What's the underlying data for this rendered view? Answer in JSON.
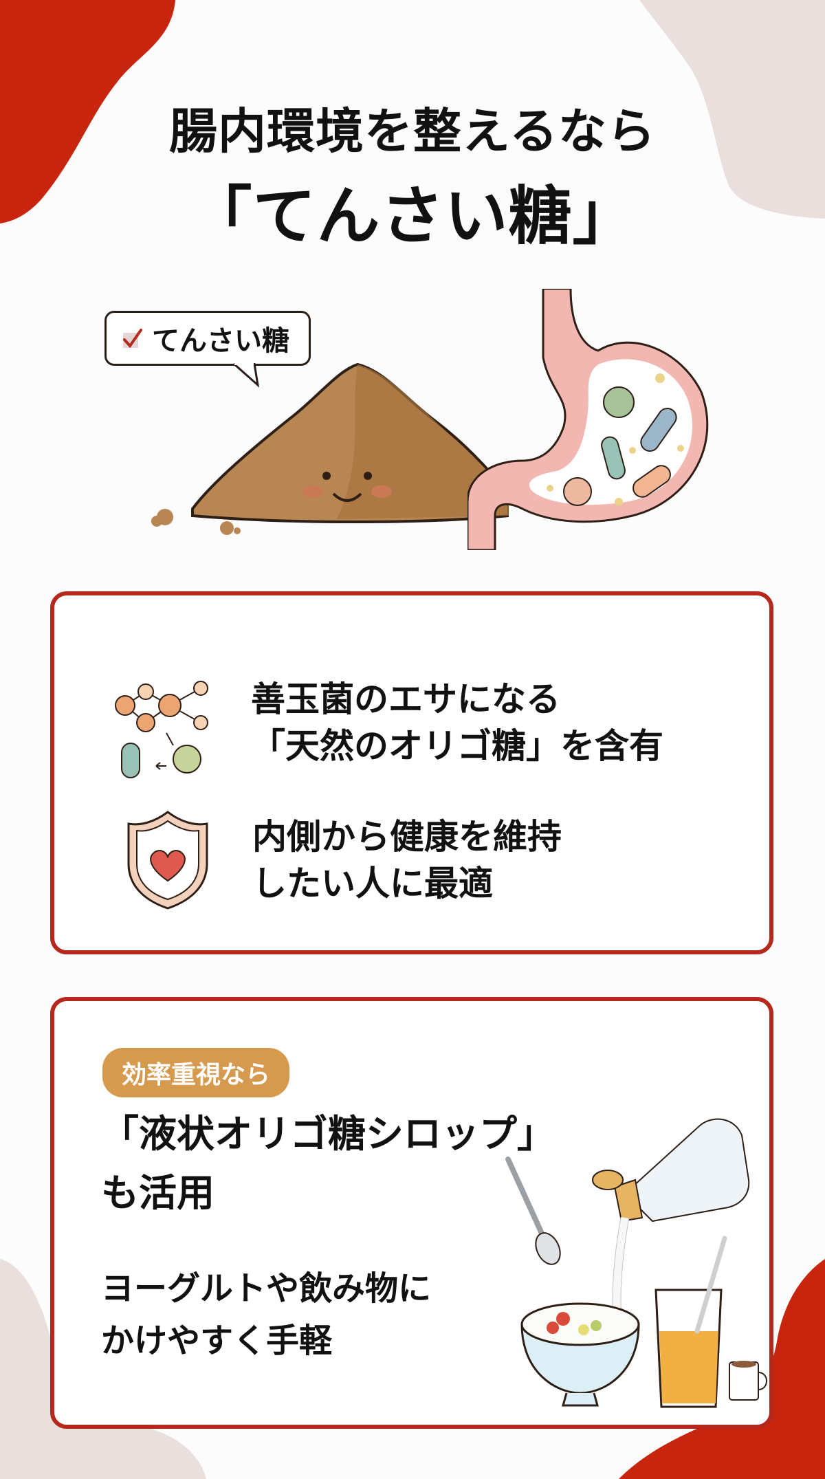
{
  "header": {
    "title_line1": "腸内環境を整えるなら",
    "title_line2": "「てんさい糖」"
  },
  "hero": {
    "label_icon": "checkbox-checked-icon",
    "label": "てんさい糖",
    "illustrations": [
      "sugar-pile-character",
      "stomach-with-good-bacteria"
    ]
  },
  "card1": {
    "items": [
      {
        "icon": "oligosaccharide-bacteria-icon",
        "line1": "善玉菌のエサになる",
        "line2": "「天然のオリゴ糖」を含有"
      },
      {
        "icon": "shield-heart-icon",
        "line1": "内側から健康を維持",
        "line2": "したい人に最適"
      }
    ]
  },
  "card2": {
    "badge": "効率重視なら",
    "headline_line1": "「液状オリゴ糖シロップ」",
    "headline_line2": "も活用",
    "body_line1": "ヨーグルトや飲み物に",
    "body_line2": "かけやすく手軽",
    "illustration": "syrup-pouring-into-yogurt-and-drinks"
  },
  "colors": {
    "accent_red": "#c8250f",
    "card_border": "#b5281c",
    "badge_bg": "#d59a4e",
    "blob_gray": "#e9dfdd"
  }
}
